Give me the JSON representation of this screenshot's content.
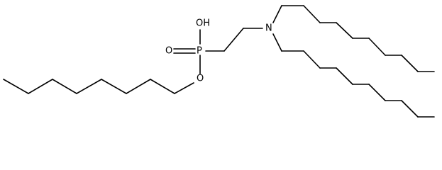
{
  "atoms": {
    "hydroxyl": "OH",
    "double_bond_oxygen": "O",
    "phosphorus": "P",
    "ester_oxygen": "O",
    "nitrogen": "N"
  },
  "colors": {
    "bond": "#000000",
    "label": "#000000",
    "background": "#ffffff"
  }
}
